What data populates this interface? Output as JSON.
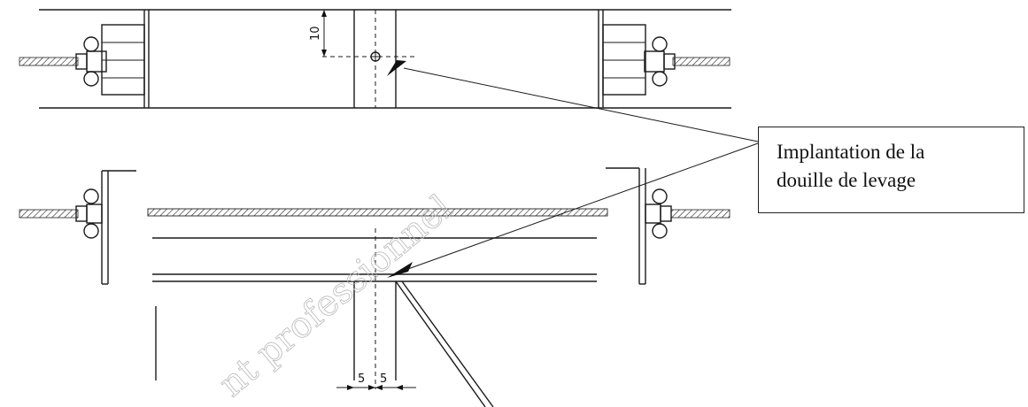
{
  "dimensions": {
    "top_offset": "10",
    "left_half": "5",
    "right_half": "5"
  },
  "callout": {
    "line1": "Implantation de la",
    "line2": "douille de levage"
  },
  "watermark": "nt professionnel"
}
